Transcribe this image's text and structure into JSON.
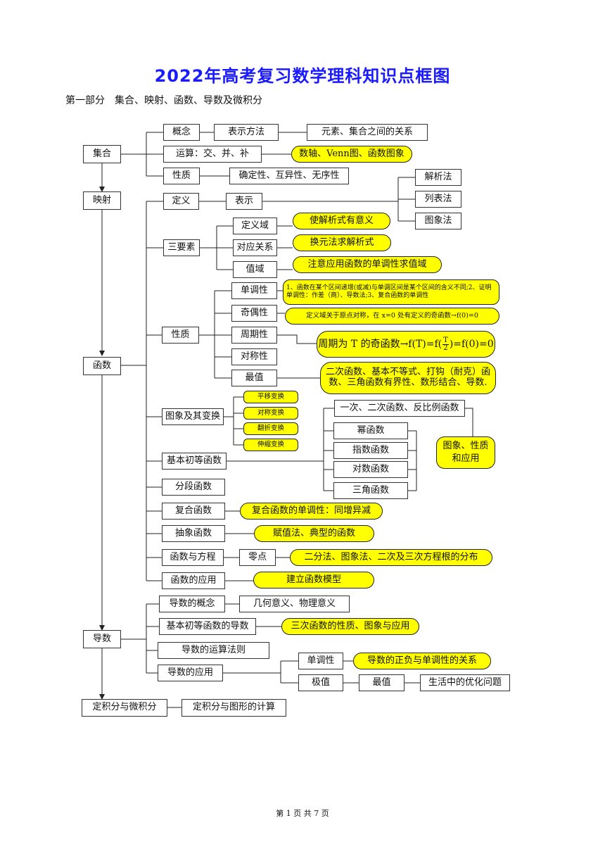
{
  "document": {
    "title": "2022年高考复习数学理科知识点框图",
    "section": "第一部分　集合、映射、函数、导数及微积分",
    "footer": "第 1 页 共 7 页"
  },
  "colors": {
    "title": "#1a1aff",
    "highlight": "#ffff00"
  },
  "nodes": {
    "jihe": "集合",
    "gainian": "概念",
    "biaoshi_fangfa": "表示方法",
    "yuansu": "元素、集合之间的关系",
    "yunsuan": "运算：交、并、补",
    "shuzhou": "数轴、Venn图、函数图象",
    "xingzhi_set": "性质",
    "quedingxing": "确定性、互异性、无序性",
    "yingshe": "映射",
    "dingyi": "定义",
    "biaoshi": "表示",
    "jiexifa": "解析法",
    "liebiaofa": "列表法",
    "tuxiangfa": "图象法",
    "sanyaosu": "三要素",
    "dingyiyu": "定义域",
    "shijiexi": "使解析式有意义",
    "duiying": "对应关系",
    "huanyuan": "换元法求解析式",
    "zhiyu": "值域",
    "zhuyi": "注意应用函数的单调性求值域",
    "xingzhi_fn": "性质",
    "dandiao": "单调性",
    "dandiao_note": "1、函数在某个区间递增(或减)与单调区间是某个区间的含义不同;2、证明单调性：作差（商）、导数法;3、复合函数的单调性",
    "jiou": "奇偶性",
    "jiou_note": "定义域关于原点对称，在 x=0 处有定义的奇函数→f(0)=0",
    "zhouqi": "周期性",
    "zhouqi_note_pre": "周期为 T 的奇函数→f(T)=f(",
    "zhouqi_note_num": "T",
    "zhouqi_note_den": "2",
    "zhouqi_note_post": ")=f(0)=0",
    "duichen": "对称性",
    "zuizhi": "最值",
    "zuizhi_note": "二次函数、基本不等式、打钩（耐克）函数、三角函数有界性、数形结合、导数.",
    "hanshu": "函数",
    "tuxiang_bianhuan": "图象及其变换",
    "pingyi": "平移变换",
    "duichen_bh": "对称变换",
    "fanzhe": "翻折变换",
    "shensuo": "伸缩变换",
    "jiben_chudeng": "基本初等函数",
    "yici": "一次、二次函数、反比例函数",
    "mi": "幂函数",
    "zhishu": "指数函数",
    "duishu": "对数函数",
    "sanjiao": "三角函数",
    "tuxiang_xingzhi": "图象、性质和应用",
    "fenduan": "分段函数",
    "fuhe": "复合函数",
    "fuhe_note": "复合函数的单调性：同增异减",
    "chouxiang": "抽象函数",
    "chouxiang_note": "赋值法、典型的函数",
    "fangcheng": "函数与方程",
    "lingdian": "零点",
    "lingdian_note": "二分法、图象法、二次及三次方程根的分布",
    "yingyong": "函数的应用",
    "yingyong_note": "建立函数模型",
    "daoshu": "导数",
    "daoshu_gainian": "导数的概念",
    "jihe_yiyi": "几何意义、物理意义",
    "jiben_daoshu": "基本初等函数的导数",
    "sanci": "三次函数的性质、图象与应用",
    "yunsuan_faze": "导数的运算法则",
    "daoshu_yingyong": "导数的应用",
    "dandiao2": "单调性",
    "zhengfu": "导数的正负与单调性的关系",
    "jizhi": "极值",
    "zuizhi2": "最值",
    "youhua": "生活中的优化问题",
    "dingjifen": "定积分与微积分",
    "dingjifen_tuxing": "定积分与图形的计算"
  }
}
